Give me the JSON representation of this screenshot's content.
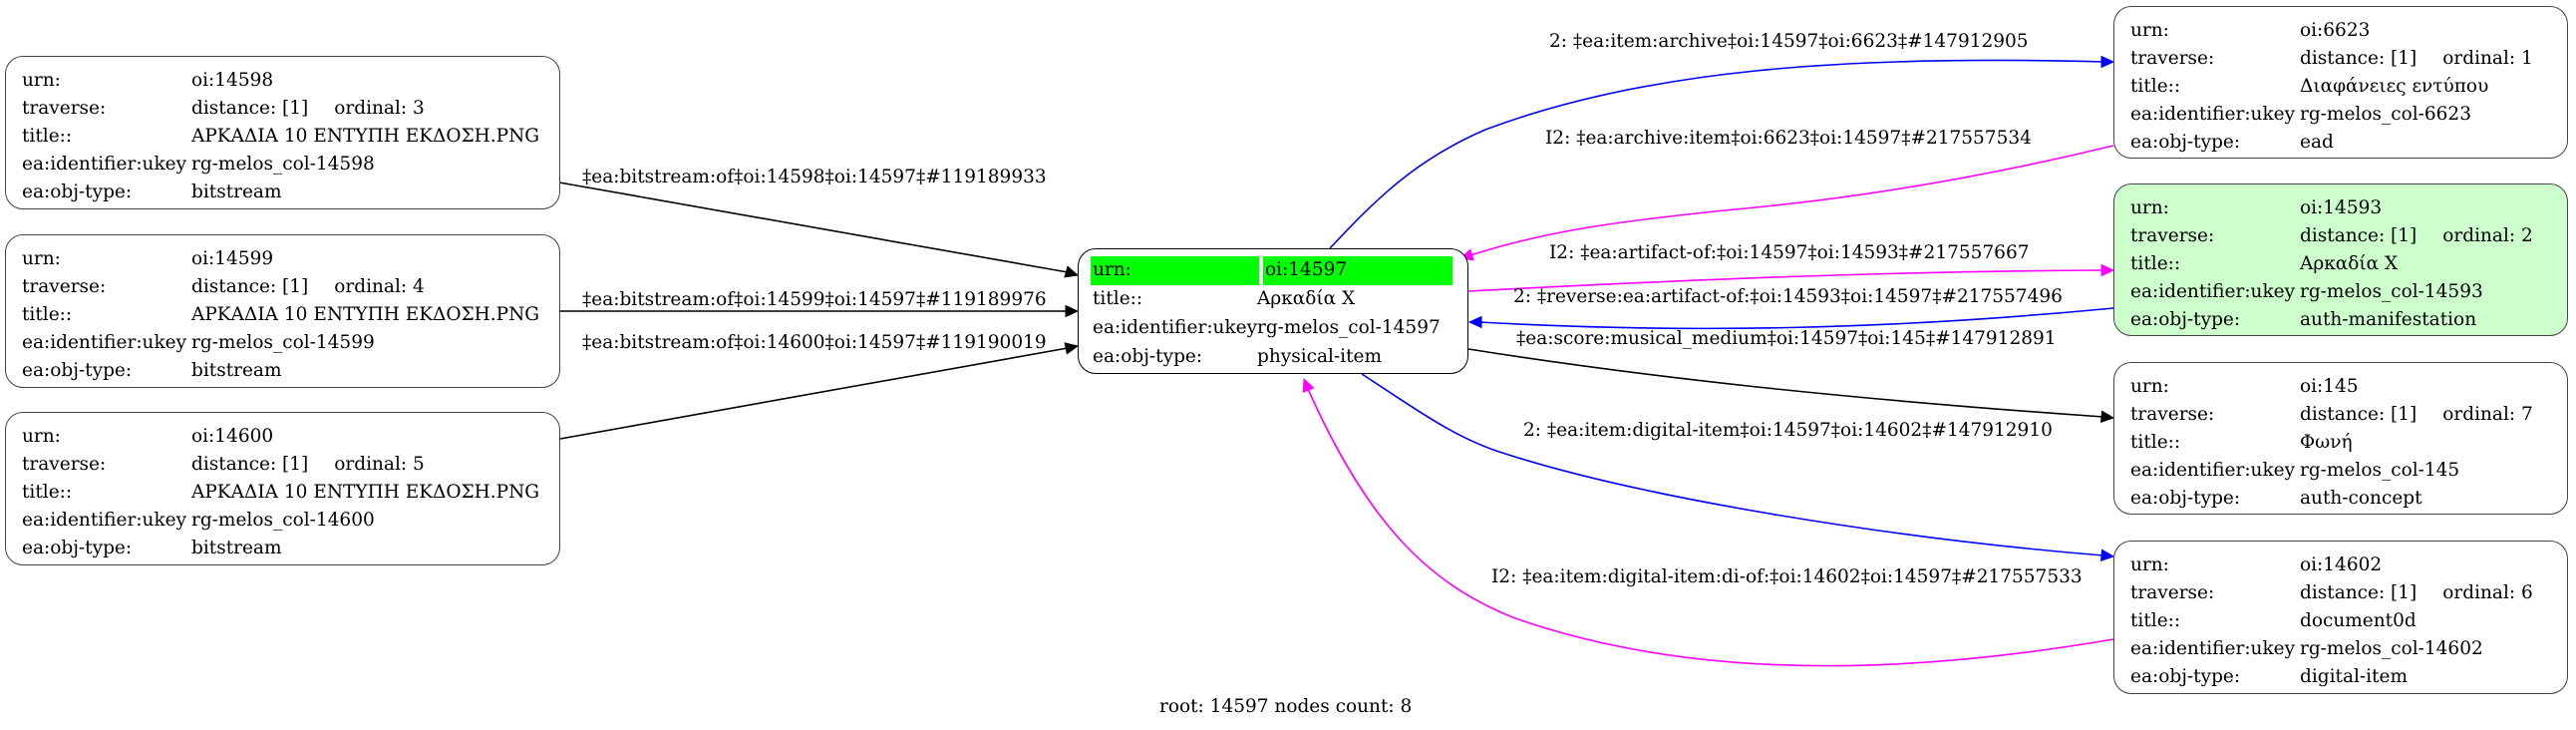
{
  "graph": {
    "footer": "root: 14597 nodes count: 8",
    "colors": {
      "edge_default": "#000000",
      "edge_blue": "#0000ff",
      "edge_magenta": "#ff00ff",
      "root_highlight": "#00ff00",
      "auth_fill": "#ccffcc"
    },
    "keys": {
      "urn": "urn:",
      "traverse": "traverse:",
      "title": "title::",
      "ukey": "ea:identifier:ukey",
      "objtype": "ea:obj-type:"
    },
    "root": {
      "urn": "oi:14597",
      "title": "Αρκαδία Χ",
      "ukey": "rg-melos_col-14597",
      "objtype": "physical-item"
    },
    "nodes": [
      {
        "id": "n14598",
        "urn": "oi:14598",
        "distance": "distance: [1]",
        "ordinal": "ordinal: 3",
        "title": "ΑΡΚΑΔΙΑ 10 ΕΝΤΥΠΗ ΕΚΔΟΣΗ.PNG",
        "ukey": "rg-melos_col-14598",
        "objtype": "bitstream"
      },
      {
        "id": "n14599",
        "urn": "oi:14599",
        "distance": "distance: [1]",
        "ordinal": "ordinal: 4",
        "title": "ΑΡΚΑΔΙΑ 10 ΕΝΤΥΠΗ ΕΚΔΟΣΗ.PNG",
        "ukey": "rg-melos_col-14599",
        "objtype": "bitstream"
      },
      {
        "id": "n14600",
        "urn": "oi:14600",
        "distance": "distance: [1]",
        "ordinal": "ordinal: 5",
        "title": "ΑΡΚΑΔΙΑ 10 ΕΝΤΥΠΗ ΕΚΔΟΣΗ.PNG",
        "ukey": "rg-melos_col-14600",
        "objtype": "bitstream"
      },
      {
        "id": "n6623",
        "urn": "oi:6623",
        "distance": "distance: [1]",
        "ordinal": "ordinal: 1",
        "title": "Διαφάνειες εντύπου",
        "ukey": "rg-melos_col-6623",
        "objtype": "ead"
      },
      {
        "id": "n14593",
        "urn": "oi:14593",
        "distance": "distance: [1]",
        "ordinal": "ordinal: 2",
        "title": "Αρκαδία Χ",
        "ukey": "rg-melos_col-14593",
        "objtype": "auth-manifestation"
      },
      {
        "id": "n145",
        "urn": "oi:145",
        "distance": "distance: [1]",
        "ordinal": "ordinal: 7",
        "title": "Φωνή",
        "ukey": "rg-melos_col-145",
        "objtype": "auth-concept"
      },
      {
        "id": "n14602",
        "urn": "oi:14602",
        "distance": "distance: [1]",
        "ordinal": "ordinal: 6",
        "title": "document0d",
        "ukey": "rg-melos_col-14602",
        "objtype": "digital-item"
      }
    ],
    "edges": [
      {
        "label": "‡ea:bitstream:of‡oi:14598‡oi:14597‡#119189933",
        "color": "edge_default"
      },
      {
        "label": "‡ea:bitstream:of‡oi:14599‡oi:14597‡#119189976",
        "color": "edge_default"
      },
      {
        "label": "‡ea:bitstream:of‡oi:14600‡oi:14597‡#119190019",
        "color": "edge_default"
      },
      {
        "label": "2: ‡ea:item:archive‡oi:14597‡oi:6623‡#147912905",
        "color": "edge_blue"
      },
      {
        "label": "I2: ‡ea:archive:item‡oi:6623‡oi:14597‡#217557534",
        "color": "edge_magenta"
      },
      {
        "label": "I2: ‡ea:artifact-of:‡oi:14597‡oi:14593‡#217557667",
        "color": "edge_magenta"
      },
      {
        "label": "2: ‡reverse:ea:artifact-of:‡oi:14593‡oi:14597‡#217557496",
        "color": "edge_blue"
      },
      {
        "label": "‡ea:score:musical_medium‡oi:14597‡oi:145‡#147912891",
        "color": "edge_default"
      },
      {
        "label": "2: ‡ea:item:digital-item‡oi:14597‡oi:14602‡#147912910",
        "color": "edge_blue"
      },
      {
        "label": "I2: ‡ea:item:digital-item:di-of:‡oi:14602‡oi:14597‡#217557533",
        "color": "edge_magenta"
      }
    ]
  }
}
